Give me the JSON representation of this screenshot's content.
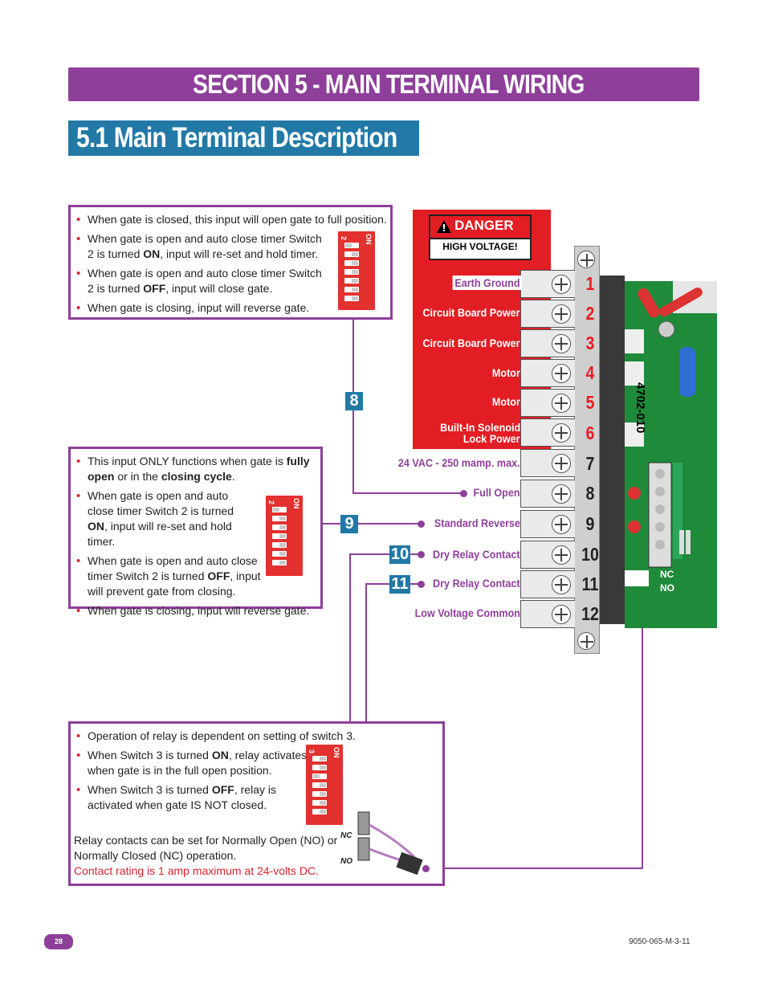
{
  "section_title": "SECTION 5 - MAIN TERMINAL WIRING",
  "subsection_title": "5.1 Main Terminal Description",
  "box8": {
    "bullets": [
      [
        "When gate is closed, this input will open gate to full position."
      ],
      [
        "When gate is open and auto close timer Switch 2 is turned ",
        "ON",
        ", input will re-set and hold timer."
      ],
      [
        "When gate is open and auto close timer Switch 2 is turned ",
        "OFF",
        ", input will close gate."
      ],
      [
        "When gate is closing, input will reverse gate."
      ]
    ],
    "dip_on": "ON",
    "dip_num": "2"
  },
  "box9": {
    "bullets": [
      [
        "This input ONLY functions when gate is ",
        "fully open",
        " or in the ",
        "closing cycle",
        "."
      ],
      [
        "When gate is open and auto close timer Switch 2 is turned ",
        "ON",
        ", input will re-set and hold timer."
      ],
      [
        "When gate is open and auto close timer Switch 2 is turned ",
        "OFF",
        ", input will prevent gate from closing."
      ],
      [
        "When gate is closing, input will reverse gate."
      ]
    ],
    "dip_on": "ON",
    "dip_num": "2"
  },
  "box10": {
    "bullets": [
      [
        "Operation of relay is dependent on setting of switch 3."
      ],
      [
        "When Switch 3 is turned ",
        "ON",
        ", relay activates when gate is in the full open position."
      ],
      [
        "When Switch 3 is turned ",
        "OFF",
        ", relay is activated when gate IS NOT closed."
      ]
    ],
    "para": "Relay contacts can be set for Normally Open (NO) or Normally Closed (NC) operation.",
    "contact_rating": "Contact rating is 1 amp maximum at 24-volts DC.",
    "dip_on": "ON",
    "dip_num": "3",
    "nc": "NC",
    "no": "NO"
  },
  "danger": {
    "word": "DANGER",
    "sub": "HIGH VOLTAGE!"
  },
  "terminals": [
    {
      "num": "1",
      "label": "Earth Ground"
    },
    {
      "num": "2",
      "label": "Circuit Board Power"
    },
    {
      "num": "3",
      "label": "Circuit Board Power"
    },
    {
      "num": "4",
      "label": "Motor"
    },
    {
      "num": "5",
      "label": "Motor"
    },
    {
      "num": "6",
      "label": "Built-In Solenoid",
      "label2": "Lock Power"
    },
    {
      "num": "7",
      "label": "24 VAC - 250 mamp. max."
    },
    {
      "num": "8",
      "label": "Full Open"
    },
    {
      "num": "9",
      "label": "Standard Reverse"
    },
    {
      "num": "10",
      "label": "Dry Relay Contact"
    },
    {
      "num": "11",
      "label": "Dry Relay Contact"
    },
    {
      "num": "12",
      "label": "Low Voltage Common"
    }
  ],
  "callouts": {
    "c8": "8",
    "c9": "9",
    "c10": "10",
    "c11": "11"
  },
  "board_code": "4702-010",
  "pcb_nc": "NC",
  "pcb_no": "NO",
  "page_number": "28",
  "doc_code": "9050-065-M-3-11",
  "colors": {
    "purple": "#8e3f9a",
    "blue": "#2279a6",
    "red": "#e31d24"
  }
}
